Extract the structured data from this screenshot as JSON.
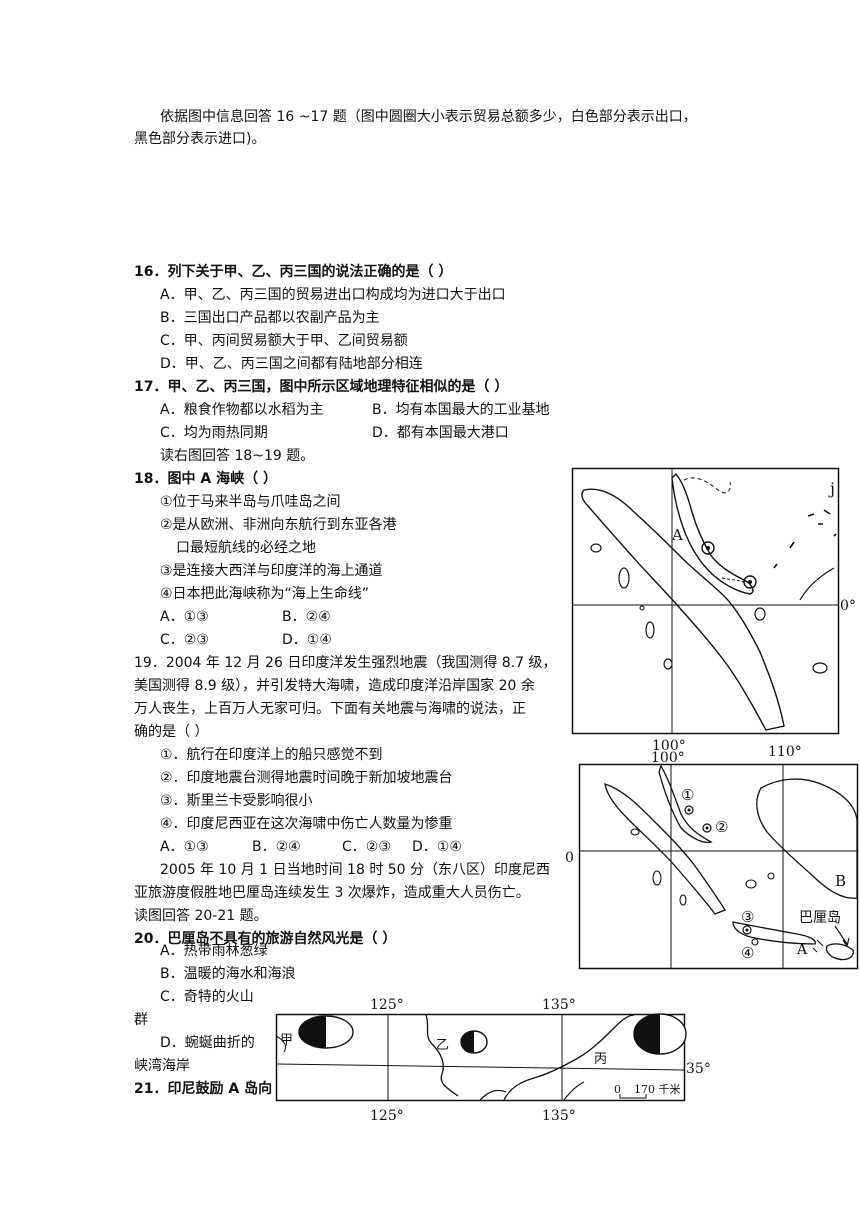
{
  "intro": {
    "line1": "依据图中信息回答 16  ~17 题（图中圆圈大小表示贸易总额多少，白色部分表示出口，",
    "line2": "黑色部分表示进口)。"
  },
  "questions": [
    {
      "stem": "16．列下关于甲、乙、丙三国的说法正确的是（     ）",
      "options": [
        "A．甲、乙、丙三国的贸易进出口构成均为进口大于出口",
        "B．三国出口产品都以农副产品为主",
        "C．甲、丙间贸易额大于甲、乙间贸易额",
        "D．甲、乙、丙三国之间都有陆地部分相连"
      ]
    },
    {
      "stem": "17．甲、乙、丙三国，图中所示区域地理特征相似的是（     ）",
      "options": [
        "A．粮食作物都以水稻为主",
        "B．均有本国最大的工业基地",
        "C．均为雨热同期",
        "D．都有本国最大港口"
      ],
      "note": "读右图回答 18~19 题。"
    },
    {
      "stem": "18．图中 A 海峡（      ）",
      "items": [
        "①位于马来半岛与爪哇岛之间",
        "②是从欧洲、非洲向东航行到东亚各港",
        "口最短航线的必经之地",
        "③是连接大西洋与印度洋的海上通道",
        "④日本把此海峡称为“海上生命线”"
      ],
      "options": [
        "A．①③",
        "B．②④",
        "C．②③",
        "D．①④"
      ]
    },
    {
      "stem_lines": [
        "19．2004 年 12 月 26 日印度洋发生强烈地震（我国测得 8.7 级，",
        "美国测得 8.9 级），并引发特大海啸，造成印度洋沿岸国家 20 余",
        "万人丧生，上百万人无家可归。下面有关地震与海啸的说法，正",
        "确的是（   ）"
      ],
      "items": [
        "①．航行在印度洋上的船只感觉不到",
        "②．印度地震台测得地震时间晚于新加坡地震台",
        "③．斯里兰卡受影响很小",
        "④．印度尼西亚在这次海啸中伤亡人数量为惨重"
      ],
      "options": [
        "A．①③",
        "B．②④",
        "C．②③",
        "D．①④"
      ],
      "note_lines": [
        "2005 年 10 月 1 日当地时间 18 时 50 分（东八区）印度尼西",
        "亚旅游度假胜地巴厘岛连续发生 3 次爆炸，造成重大人员伤亡。",
        "读图回答 20-21 题。"
      ]
    },
    {
      "stem": "20．巴厘岛不具有的旅游自然风光是（     ）",
      "options": [
        "A．热带雨林葱绿",
        "B．温暖的海水和海浪",
        "C．奇特的火山",
        "群",
        "D．蜿蜒曲折的",
        "峡湾海岸"
      ]
    },
    {
      "stem": "21．印尼鼓励 A 岛向"
    }
  ],
  "map1": {
    "strait_label": "A",
    "island_label": "j",
    "lat_label": "0°",
    "lon_labels": [
      "100°",
      "110°"
    ]
  },
  "map2": {
    "lon_label": "100°",
    "lat_label": "0",
    "markers": [
      "①",
      "②",
      "③",
      "④"
    ],
    "island_label": "巴厘岛",
    "letters": [
      "A",
      "B"
    ]
  },
  "map3": {
    "lon_labels": [
      "125°",
      "135°"
    ],
    "lat_label": "35°",
    "countries": [
      "甲",
      "乙",
      "丙"
    ],
    "scale_zero": "0",
    "scale_text": "170 千米"
  }
}
